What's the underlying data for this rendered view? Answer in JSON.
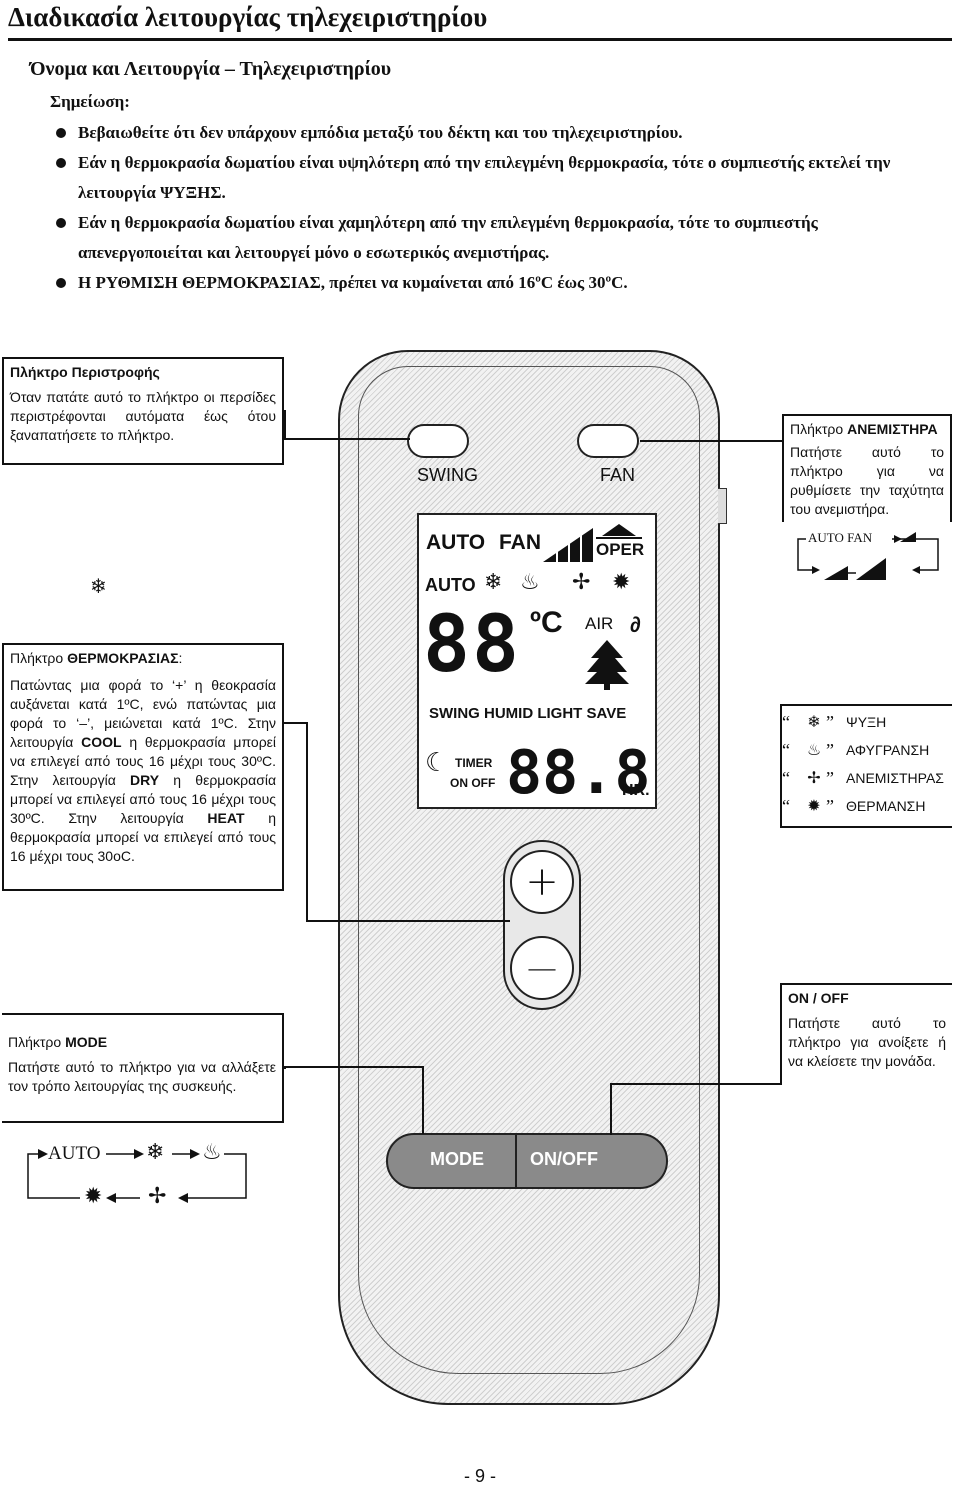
{
  "title": "Διαδικασία λειτουργίας τηλεχειριστηρίου",
  "subtitle": "Όνομα και Λειτουργία – Τηλεχειριστηρίου",
  "note_label": "Σημείωση:",
  "bullets": [
    "Βεβαιωθείτε ότι δεν υπάρχουν εμπόδια μεταξύ του δέκτη και του τηλεχειριστηρίου.",
    "Εάν η θερμοκρασία δωματίου είναι υψηλότερη από την επιλεγμένη θερμοκρασία, τότε ο συμπιεστής εκτελεί την λειτουργία ΨΥΞΗΣ.",
    "Εάν η θερμοκρασία δωματίου είναι χαμηλότερη από την επιλεγμένη θερμοκρασία, τότε το συμπιεστής απενεργοποιείται και λειτουργεί μόνο ο εσωτερικός ανεμιστήρας.",
    "Η ΡΥΘΜΙΣΗ ΘΕΡΜΟΚΡΑΣΙΑΣ, πρέπει να κυμαίνεται από 16ºC έως 30ºC."
  ],
  "swing_box": {
    "heading": "Πλήκτρο Περιστροφής",
    "text": "Όταν πατάτε αυτό το πλήκτρο οι περσίδες περιστρέφονται αυτόματα έως ότου ξαναπατήσετε το πλήκτρο."
  },
  "fan_box": {
    "heading_prefix": "Πλήκτρο ",
    "heading_bold": "ΑΝΕΜΙΣΤΗΡΑ",
    "text": "Πατήστε αυτό το πλήκτρο για να ρυθμίσετε την ταχύτητα του ανεμιστήρα.",
    "cycle_start": "AUTO FAN"
  },
  "temp_box": {
    "heading_prefix": "Πλήκτρο ",
    "heading_bold": "ΘΕΡΜΟΚΡΑΣΙΑΣ",
    "heading_suffix": ":",
    "p1": "Πατώντας μια φορά το ‘+’ η θεοκρασία αυξάνεται κατά 1ºC, ενώ πατώντας μια φορά το ‘–’, μειώνεται κατά 1ºC. Στην λειτουργία",
    "cool": "COOL",
    "p2": "η θερμοκρασία μπορεί να επιλεγεί από τους 16 μέχρι τους 30ºC. Στην λειτουργία",
    "dry": "DRY",
    "p3": "η θερμοκρασία μπορεί να επιλεγεί από τους 16 μέχρι τους 30ºC. Στην λειτουργία",
    "heat": "HEAT",
    "p4": "η θερμοκρασία μπορεί να επιλεγεί από τους 16 μέχρι τους 30oC."
  },
  "mode_legend": [
    {
      "icon": "snowflake-icon",
      "glyph": "❄",
      "label": "ΨΥΞΗ"
    },
    {
      "icon": "dry-icon",
      "glyph": "♨",
      "label": "ΑΦΥΓΡΑΝΣΗ"
    },
    {
      "icon": "fan-icon",
      "glyph": "✢",
      "label": "ΑΝΕΜΙΣΤΗΡΑΣ"
    },
    {
      "icon": "sun-icon",
      "glyph": "✹",
      "label": "ΘΕΡΜΑΝΣΗ"
    }
  ],
  "onoff_box": {
    "heading": "ON / OFF",
    "text": "Πατήστε αυτό το πλήκτρο για ανοίξετε ή να κλείσετε την μονάδα."
  },
  "mode_box": {
    "heading_prefix": "Πλήκτρο ",
    "heading_bold": "MODE",
    "text": "Πατήστε αυτό το πλήκτρο για να αλλάξετε τον τρόπο λειτουργίας της συσκευής.",
    "cycle_start": "AUTO"
  },
  "remote": {
    "swing_label": "SWING",
    "fan_label": "FAN",
    "lcd_row1_auto": "AUTO",
    "lcd_row1_fan": "FAN",
    "lcd_row1_oper": "OPER",
    "lcd_row2_auto": "AUTO",
    "lcd_temp": "88",
    "lcd_unit": "ºC",
    "lcd_air": "AIR",
    "lcd_functions": "SWING HUMID LIGHT SAVE",
    "lcd_timer": "TIMER",
    "lcd_onoff": "ON OFF",
    "lcd_time": "88.8",
    "lcd_hr": "HR.",
    "plus": "+",
    "minus": "—",
    "mode_label": "MODE",
    "onoff_label": "ON/OFF"
  },
  "page_number": "- 9 -"
}
